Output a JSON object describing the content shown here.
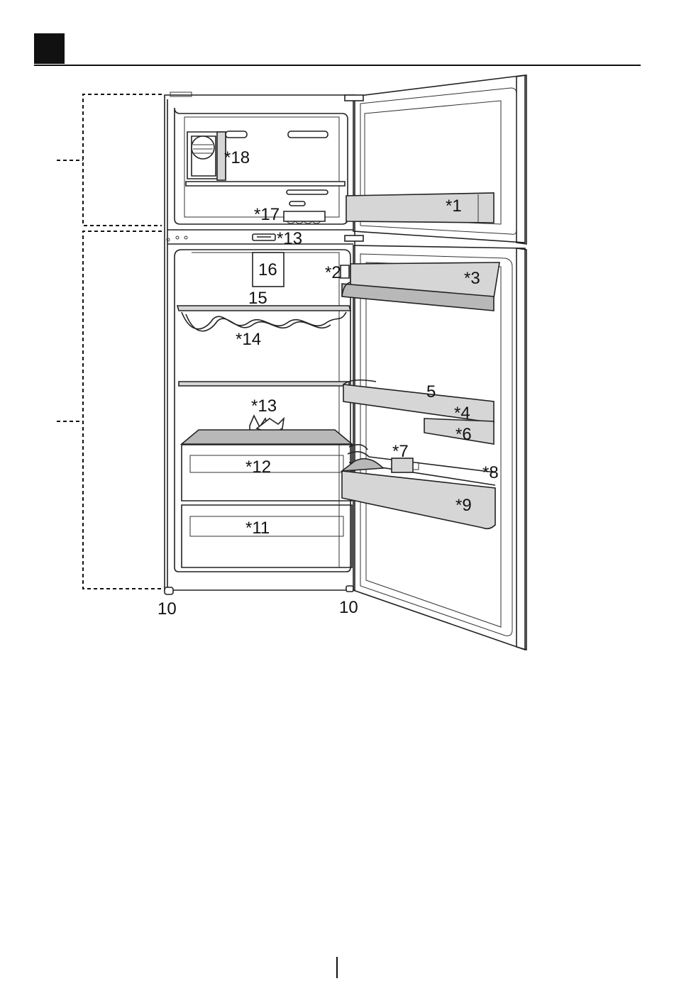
{
  "labels": {
    "freezer_door_shelf": "*1",
    "egg_tray": "*2",
    "butter_compartment": "*3",
    "door_shelf_upper": "*4",
    "door_shelf_middle": "5",
    "small_door_bin": "*6",
    "bottle_holder": "*7",
    "bottle_guard": "*8",
    "bottle_shelf": "*9",
    "leveling_feet_left": "10",
    "leveling_feet_right": "10",
    "crisper_lower": "*11",
    "crisper_upper": "*12",
    "ice_scoop_upper": "*13",
    "ice_scoop_lower": "*13",
    "wine_rack": "*14",
    "fridge_shelf": "15",
    "thermostat_box": "16",
    "ice_tray": "*17",
    "ice_maker": "*18"
  }
}
